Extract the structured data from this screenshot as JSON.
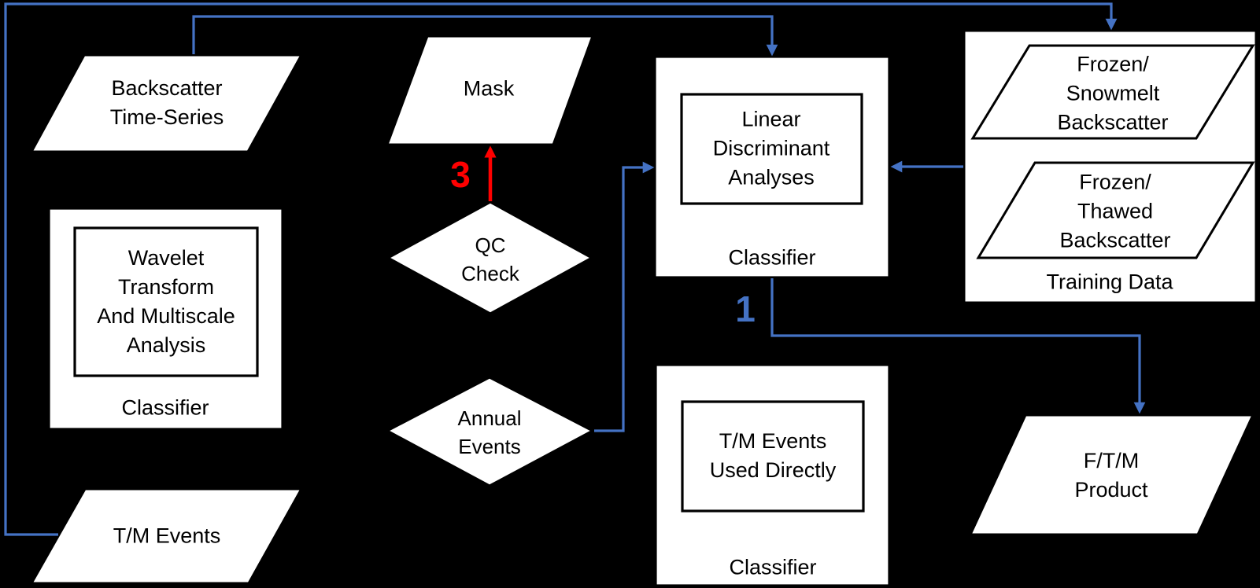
{
  "colors": {
    "background": "#000000",
    "shape_fill": "#ffffff",
    "shape_stroke": "#000000",
    "arrow_blue": "#4472C4",
    "arrow_red": "#ff0000"
  },
  "nodes": {
    "backscatter_time_series": {
      "type": "parallelogram",
      "lines": [
        "Backscatter",
        "Time-Series"
      ]
    },
    "mask": {
      "type": "parallelogram",
      "lines": [
        "Mask"
      ]
    },
    "wavelet_classifier": {
      "type": "classifier-box",
      "inner_lines": [
        "Wavelet",
        "Transform",
        "And Multiscale",
        "Analysis"
      ],
      "caption": "Classifier"
    },
    "tm_events": {
      "type": "parallelogram",
      "lines": [
        "T/M Events"
      ]
    },
    "qc_check": {
      "type": "decision",
      "lines": [
        "QC",
        "Check"
      ]
    },
    "annual_events": {
      "type": "decision",
      "lines": [
        "Annual",
        "Events"
      ]
    },
    "lda_classifier": {
      "type": "classifier-box",
      "inner_lines": [
        "Linear",
        "Discriminant",
        "Analyses"
      ],
      "caption": "Classifier"
    },
    "tm_events_used": {
      "type": "classifier-box",
      "inner_lines": [
        "T/M Events",
        "Used Directly"
      ],
      "caption": "Classifier"
    },
    "training_data": {
      "type": "group",
      "caption": "Training Data",
      "items": [
        {
          "type": "parallelogram",
          "lines": [
            "Frozen/",
            "Snowmelt",
            "Backscatter"
          ]
        },
        {
          "type": "parallelogram",
          "lines": [
            "Frozen/",
            "Thawed",
            "Backscatter"
          ]
        }
      ]
    },
    "ftm_product": {
      "type": "parallelogram",
      "lines": [
        "F/T/M",
        "Product"
      ]
    }
  },
  "step_labels": {
    "step1": "1",
    "step3": "3"
  },
  "edges": [
    {
      "from": "tm_events",
      "to": "training_data",
      "color": "blue"
    },
    {
      "from": "backscatter_time_series",
      "to": "lda_classifier",
      "color": "blue"
    },
    {
      "from": "training_data",
      "to": "lda_classifier",
      "color": "blue"
    },
    {
      "from": "annual_events",
      "to": "lda_classifier",
      "color": "blue"
    },
    {
      "from": "lda_classifier",
      "to": "ftm_product",
      "color": "blue",
      "step": "1"
    },
    {
      "from": "qc_check",
      "to": "mask",
      "color": "red",
      "step": "3"
    }
  ]
}
